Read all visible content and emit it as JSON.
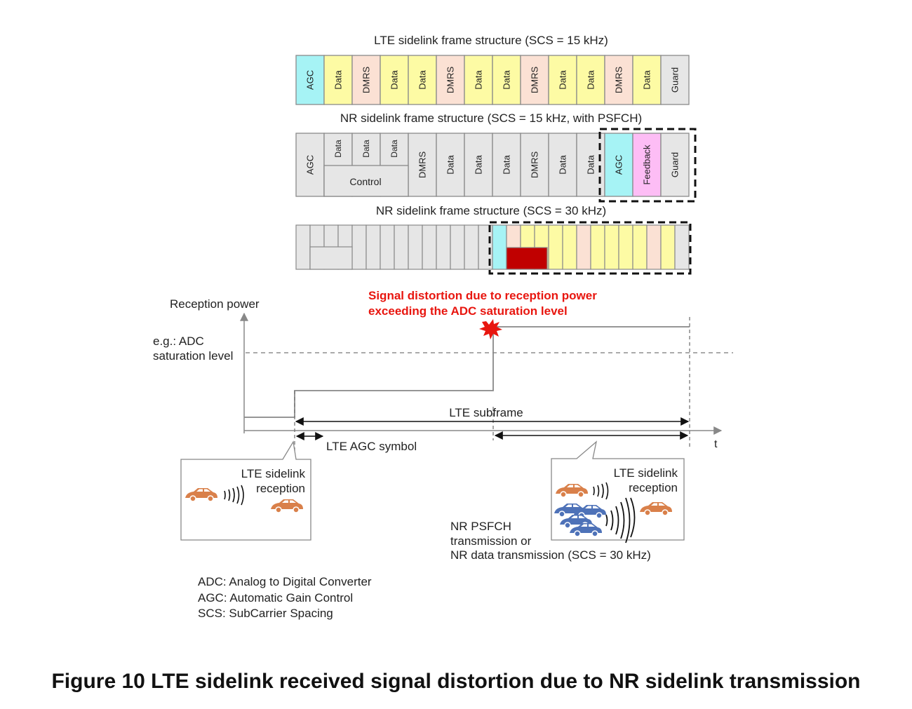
{
  "colors": {
    "agc": "#a6f3f5",
    "data": "#fdfba4",
    "dmrs": "#fbe1d4",
    "guard": "#e6e6e6",
    "feedback": "#fdbdf5",
    "control_gray": "#e6e6e6",
    "psfch_red": "#c00000",
    "distortion_red": "#e8160f",
    "car_orange": "#d9804a",
    "car_blue": "#4e72b8"
  },
  "frames": {
    "lte": {
      "title": "LTE sidelink frame structure (SCS = 15 kHz)",
      "cells": [
        {
          "label": "AGC",
          "kind": "agc"
        },
        {
          "label": "Data",
          "kind": "data"
        },
        {
          "label": "DMRS",
          "kind": "dmrs"
        },
        {
          "label": "Data",
          "kind": "data"
        },
        {
          "label": "Data",
          "kind": "data"
        },
        {
          "label": "DMRS",
          "kind": "dmrs"
        },
        {
          "label": "Data",
          "kind": "data"
        },
        {
          "label": "Data",
          "kind": "data"
        },
        {
          "label": "DMRS",
          "kind": "dmrs"
        },
        {
          "label": "Data",
          "kind": "data"
        },
        {
          "label": "Data",
          "kind": "data"
        },
        {
          "label": "DMRS",
          "kind": "dmrs"
        },
        {
          "label": "Data",
          "kind": "data"
        },
        {
          "label": "Guard",
          "kind": "guard"
        }
      ]
    },
    "nr15": {
      "title": "NR sidelink frame structure (SCS = 15 kHz, with PSFCH)",
      "control_label": "Control",
      "cells": [
        {
          "label": "AGC",
          "kind": "guard"
        },
        {
          "label": "Data",
          "kind": "guard",
          "split": true
        },
        {
          "label": "Data",
          "kind": "guard",
          "split": true
        },
        {
          "label": "Data",
          "kind": "guard",
          "split": true
        },
        {
          "label": "DMRS",
          "kind": "guard"
        },
        {
          "label": "Data",
          "kind": "guard"
        },
        {
          "label": "Data",
          "kind": "guard"
        },
        {
          "label": "Data",
          "kind": "guard"
        },
        {
          "label": "DMRS",
          "kind": "guard"
        },
        {
          "label": "Data",
          "kind": "guard"
        },
        {
          "label": "Data",
          "kind": "guard"
        },
        {
          "label": "AGC",
          "kind": "agc"
        },
        {
          "label": "Feedback",
          "kind": "feedback"
        },
        {
          "label": "Guard",
          "kind": "guard"
        }
      ]
    },
    "nr30": {
      "title": "NR sidelink frame structure (SCS = 30 kHz)"
    }
  },
  "plot": {
    "y_label": "Reception power",
    "t_label": "t",
    "adc_label_1": "e.g.: ADC",
    "adc_label_2": "saturation level",
    "distortion_1": "Signal distortion due to reception power",
    "distortion_2": "exceeding the ADC saturation level",
    "subframe_label": "LTE subframe",
    "agc_symbol_label": "LTE AGC symbol"
  },
  "callouts": {
    "left_1": "LTE sidelink",
    "left_2": "reception",
    "right_1": "LTE sidelink",
    "right_2": "reception",
    "nr_1": "NR PSFCH",
    "nr_2": "transmission or",
    "nr_3": "NR data transmission (SCS = 30 kHz)"
  },
  "legend": [
    "ADC: Analog to Digital Converter",
    "AGC: Automatic Gain Control",
    "SCS: SubCarrier Spacing"
  ],
  "caption": "Figure 10  LTE sidelink received signal distortion due to NR sidelink transmission"
}
